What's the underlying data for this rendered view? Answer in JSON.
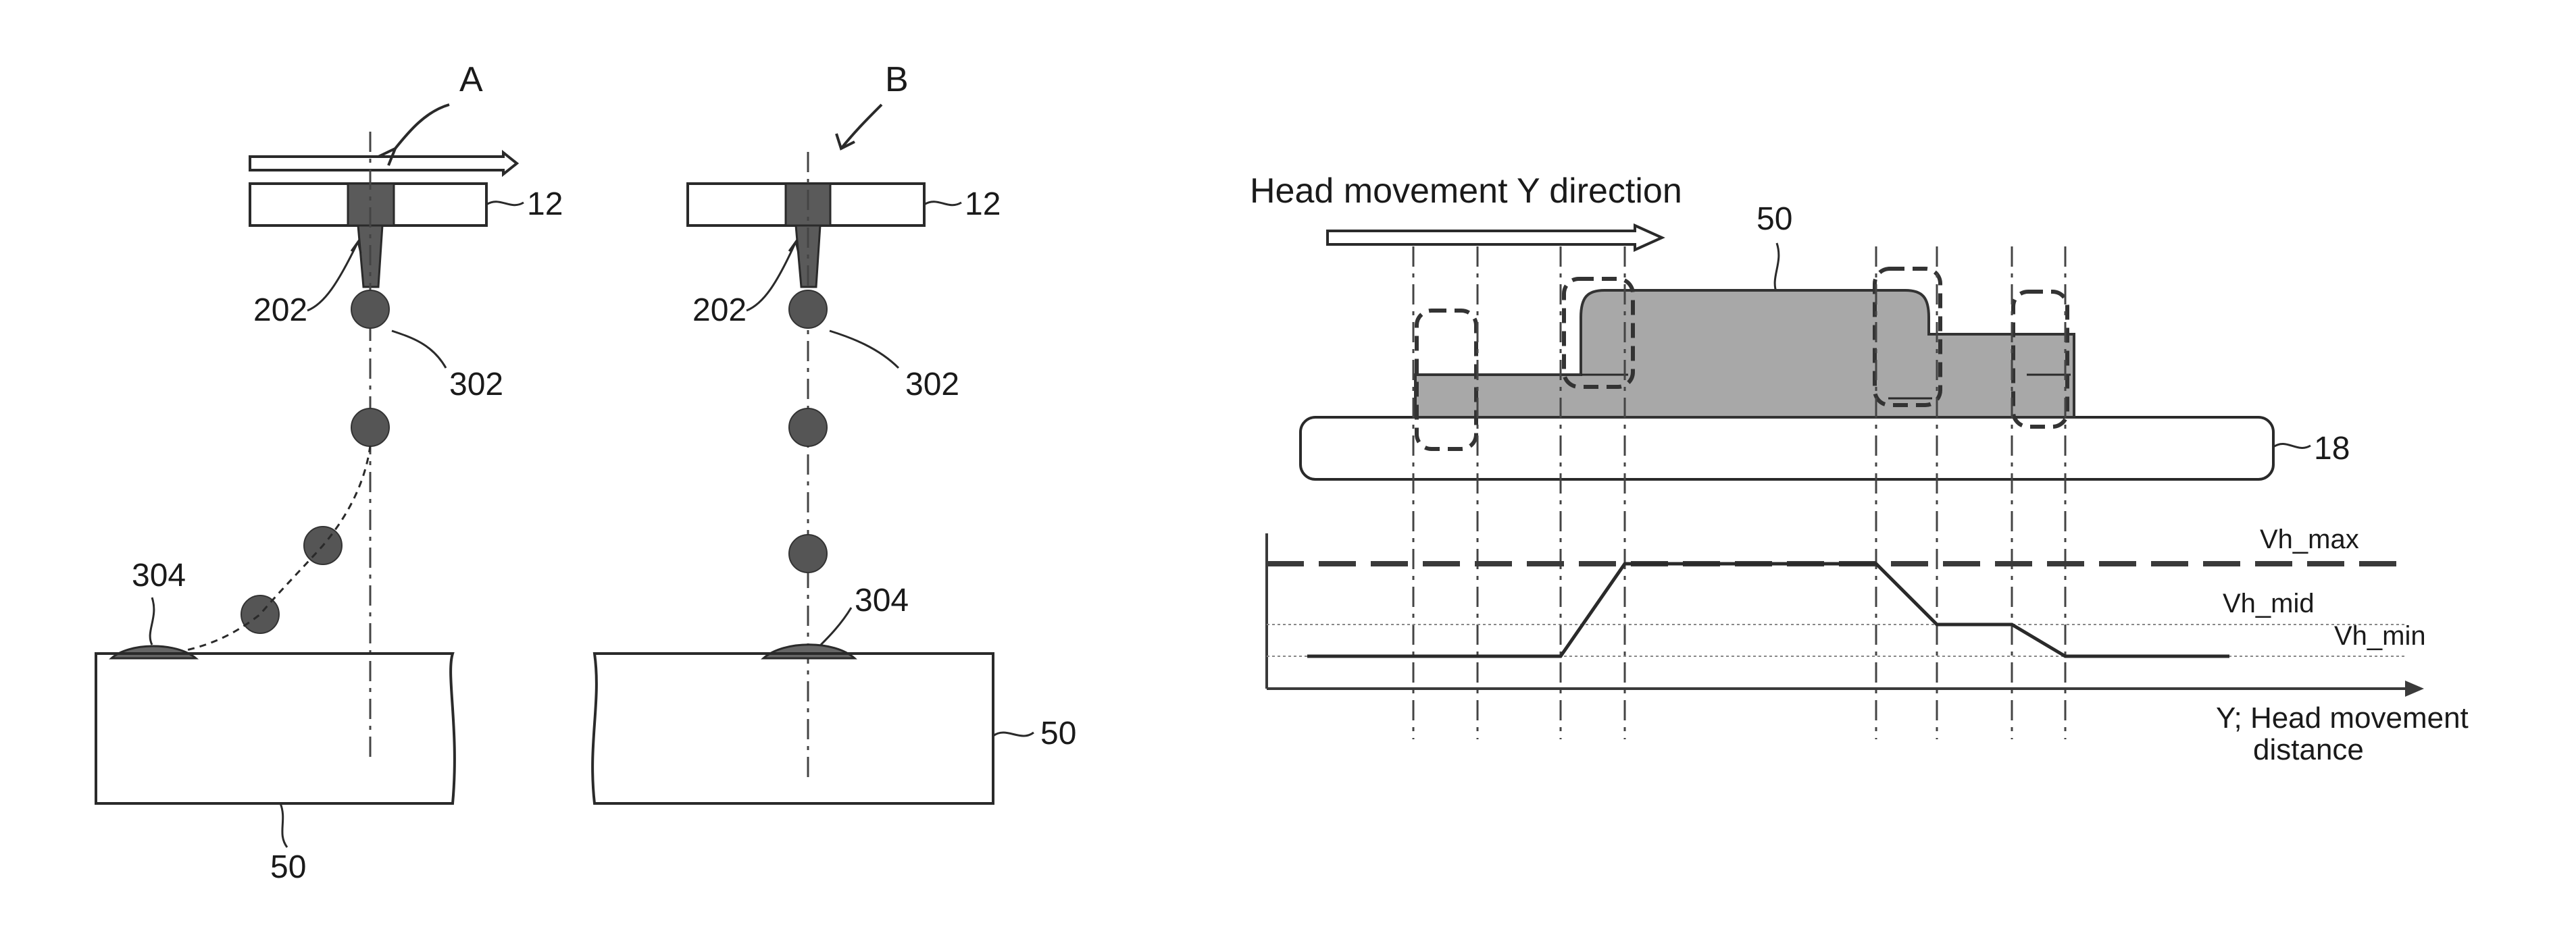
{
  "fig_a": {
    "letter": "A",
    "head_ref": "12",
    "nozzle_ref": "202",
    "droplet_ref": "302",
    "landed_ref": "304",
    "substrate_ref": "50"
  },
  "fig_b": {
    "letter": "B",
    "head_ref": "12",
    "nozzle_ref": "202",
    "droplet_ref": "302",
    "landed_ref": "304",
    "substrate_ref": "50"
  },
  "graph": {
    "direction_label": "Head movement Y direction",
    "workpiece_ref": "50",
    "stage_ref": "18",
    "vh_max": "Vh_max",
    "vh_mid": "Vh_mid",
    "vh_min": "Vh_min",
    "x_axis_line1": "Y; Head movement",
    "x_axis_line2": "distance"
  },
  "colors": {
    "ink": "#2a2a2a",
    "gray_fill": "#a8a8a8",
    "head_fill": "#5a5a5a"
  }
}
